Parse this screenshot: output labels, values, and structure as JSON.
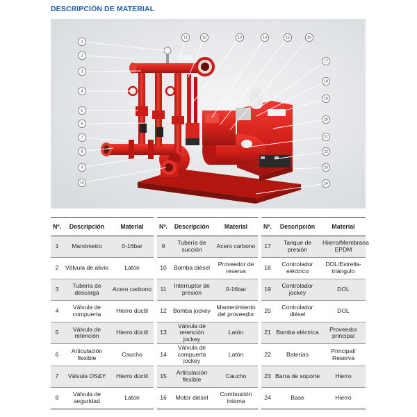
{
  "page_title": "DESCRIPCIÓN DE MATERIAL",
  "figure": {
    "callouts": [
      "1",
      "2",
      "3",
      "4",
      "5",
      "6",
      "7",
      "8",
      "9",
      "10",
      "11",
      "12",
      "13",
      "14",
      "15",
      "16",
      "17",
      "18",
      "19",
      "20",
      "21",
      "22",
      "23",
      "24"
    ]
  },
  "columns": {
    "num": "Nº.",
    "desc": "Descripción",
    "material": "Material"
  },
  "tables": [
    [
      {
        "num": "1",
        "desc": "Manómetro",
        "material": "0-16bar"
      },
      {
        "num": "2",
        "desc": "Válvula de alivio",
        "material": "Latón"
      },
      {
        "num": "3",
        "desc": "Tubería de descarga",
        "material": "Acero carbono"
      },
      {
        "num": "4",
        "desc": "Válvula de compuerta",
        "material": "Hierro dúctil"
      },
      {
        "num": "5",
        "desc": "Válvula de retención",
        "material": "Hierro dúctil"
      },
      {
        "num": "6",
        "desc": "Articulación flexible",
        "material": "Caucho"
      },
      {
        "num": "7",
        "desc": "Válvula OS&Y",
        "material": "Hierro dúctil"
      },
      {
        "num": "8",
        "desc": "Válvula de seguridad",
        "material": "Latón"
      }
    ],
    [
      {
        "num": "9",
        "desc": "Tubería de succión",
        "material": "Acero carbono"
      },
      {
        "num": "10",
        "desc": "Bomba diésel",
        "material": "Proveedor de reserva"
      },
      {
        "num": "11",
        "desc": "Interruptor de presión",
        "material": "0-16bar"
      },
      {
        "num": "12",
        "desc": "Bomba jockey",
        "material": "Mantenimiento del proveedor"
      },
      {
        "num": "13",
        "desc": "Válvula de retención jockey",
        "material": "Latón"
      },
      {
        "num": "14",
        "desc": "Válvula de compuerta jockey",
        "material": "Latón"
      },
      {
        "num": "15",
        "desc": "Articulación flexible",
        "material": "Caucho"
      },
      {
        "num": "16",
        "desc": "Motor diésel",
        "material": "Combustión interna"
      }
    ],
    [
      {
        "num": "17",
        "desc": "Tanque de presión",
        "material": "Hierro/Membrana EPDM"
      },
      {
        "num": "18",
        "desc": "Controlador eléctrico",
        "material": "DOL/Estrella-triángulo"
      },
      {
        "num": "19",
        "desc": "Controlador jockey",
        "material": "DOL"
      },
      {
        "num": "20",
        "desc": "Controlador diésel",
        "material": "DOL"
      },
      {
        "num": "21",
        "desc": "Bomba eléctrica",
        "material": "Proveedor principal"
      },
      {
        "num": "22",
        "desc": "Baterías",
        "material": "Principal/ Reserva"
      },
      {
        "num": "23",
        "desc": "Barra de soporte",
        "material": "Hierro"
      },
      {
        "num": "24",
        "desc": "Base",
        "material": "Hierro"
      }
    ]
  ],
  "colors": {
    "title": "#1f5fa8",
    "pump_red": "#d8211c",
    "figure_bg": "#e7e9ec",
    "row_shade": "#e9e9e9"
  }
}
